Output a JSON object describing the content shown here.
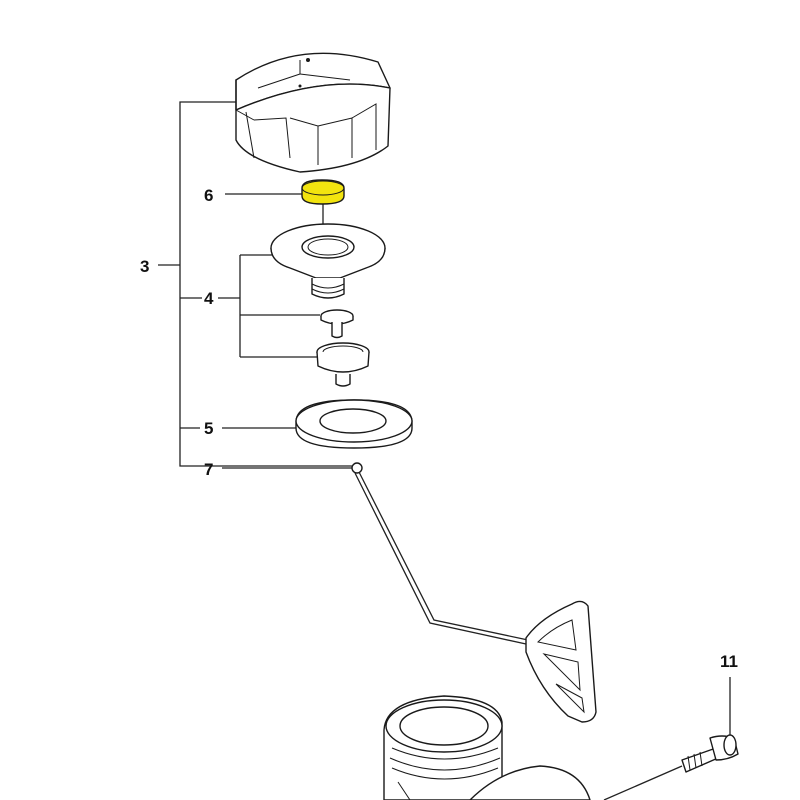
{
  "callouts": {
    "c3": "3",
    "c4": "4",
    "c5": "5",
    "c6": "6",
    "c7": "7",
    "c11": "11"
  },
  "colors": {
    "highlight": "#f2e40f",
    "line": "#222222",
    "part_fill": "#ffffff",
    "shade": "#cfcfcf"
  },
  "highlighted_part": "6"
}
